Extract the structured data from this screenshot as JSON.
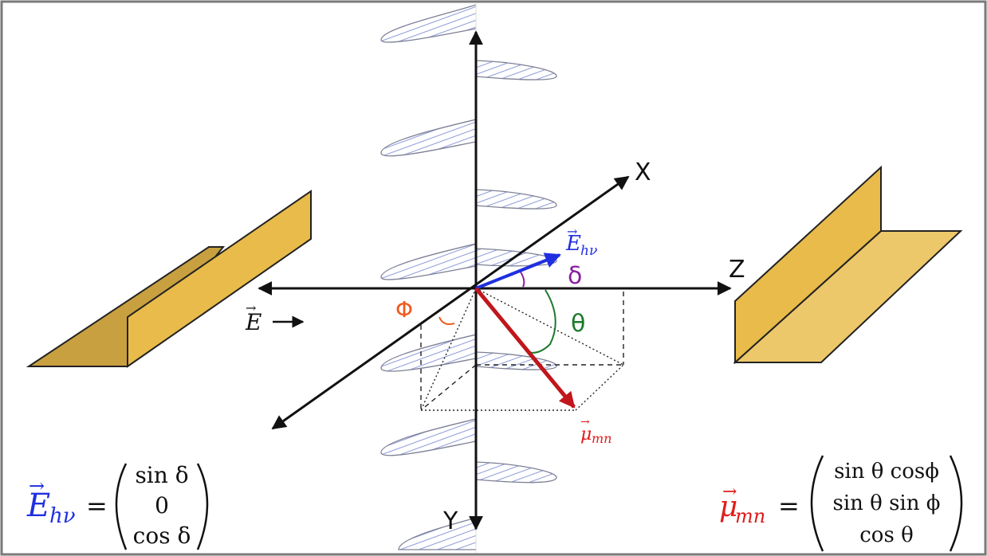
{
  "axes": {
    "x": "X",
    "y": "Y",
    "z": "Z"
  },
  "angles": {
    "delta": "δ",
    "phi": "Φ",
    "theta": "θ"
  },
  "vectors": {
    "e_field": {
      "base": "E",
      "sub": "",
      "arrow": "→"
    },
    "e_photon": {
      "base": "E",
      "sub": "hν"
    },
    "mu": {
      "base": "μ",
      "sub": "mn"
    }
  },
  "equations": {
    "e_photon": {
      "lhs_base": "E",
      "lhs_sub": "hν",
      "equals": "=",
      "rows": [
        "sin δ",
        "0",
        "cos δ"
      ]
    },
    "mu": {
      "lhs_base": "μ",
      "lhs_sub": "mn",
      "equals": "=",
      "rows": [
        "sin θ cosϕ",
        "sin θ sin ϕ",
        "cos θ"
      ]
    }
  },
  "colors": {
    "e_photon": "#1f2fe0",
    "mu": "#e01b1b",
    "mu_arrow": "#c0161c",
    "delta": "#8a1fa0",
    "phi": "#f05a1e",
    "theta": "#1d7a2c",
    "plate_fill": "#e8bb4a",
    "plate_shade": "#c9a040",
    "wave_hatch": "#8c9ad8",
    "frame": "#7a7a7a"
  }
}
